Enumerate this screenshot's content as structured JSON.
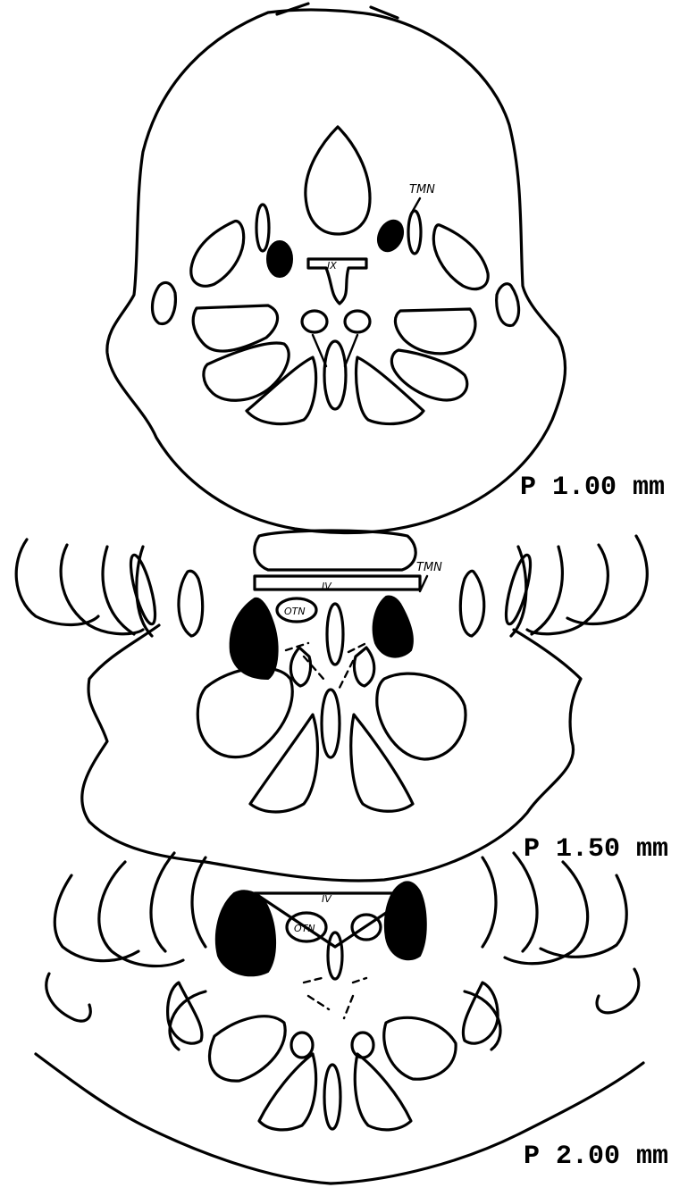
{
  "sections": [
    {
      "label": "P 1.00 mm",
      "structures": {
        "nucleus": "TMN",
        "ventricle": "IX"
      }
    },
    {
      "label": "P 1.50 mm",
      "structures": {
        "nucleus": "TMN",
        "ventricle": "IV",
        "tract": "OTN"
      }
    },
    {
      "label": "P 2.00 mm",
      "structures": {
        "ventricle": "IV",
        "tract": "OTN"
      }
    }
  ]
}
